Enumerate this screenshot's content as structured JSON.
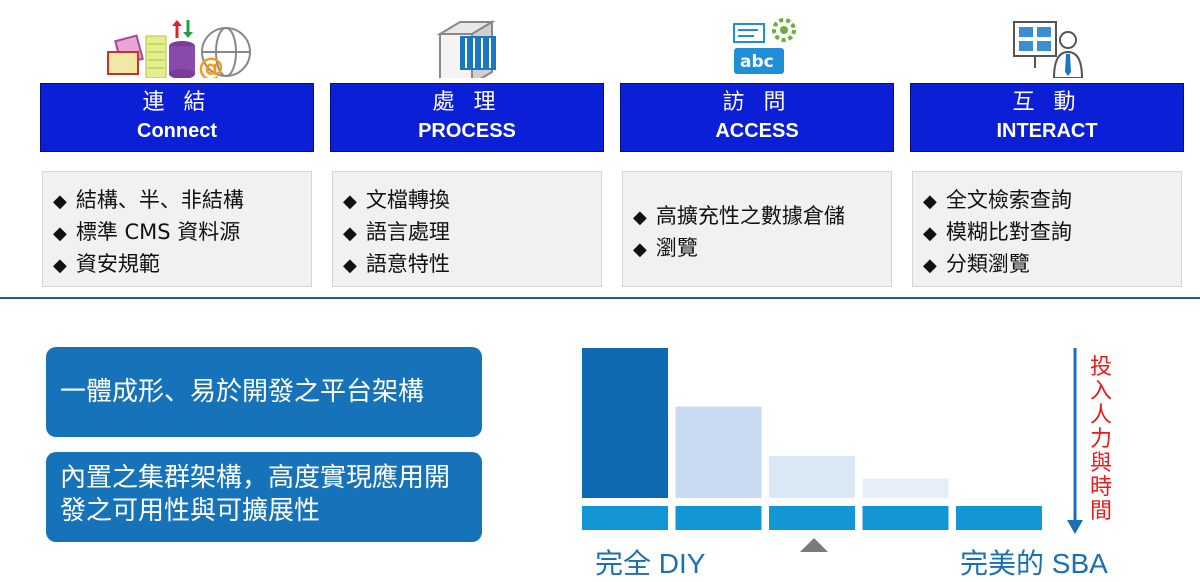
{
  "columns": [
    {
      "zh": "連 結",
      "en": "Connect",
      "items": [
        "結構、半、非結構",
        "標準 CMS 資料源",
        "資安規範"
      ],
      "icon": "data-sources-icon"
    },
    {
      "zh": "處 理",
      "en": "PROCESS",
      "items": [
        "文檔轉換",
        "語言處理",
        "語意特性"
      ],
      "icon": "server-icon"
    },
    {
      "zh": "訪 問",
      "en": "ACCESS",
      "items": [
        "高擴充性之數據倉儲",
        "瀏覽"
      ],
      "icon": "abc-gear-icon"
    },
    {
      "zh": "互 動",
      "en": "INTERACT",
      "items": [
        "全文檢索查詢",
        "模糊比對查詢",
        "分類瀏覽"
      ],
      "icon": "presenter-icon"
    }
  ],
  "features": [
    "一體成形、易於開發之平台架構",
    "內置之集群架構，高度實現應用開發之可用性與可擴展性"
  ],
  "chart_data": {
    "type": "bar",
    "values": [
      100,
      61,
      28,
      13,
      0
    ],
    "colors": [
      "#0e6ab0",
      "#c9dbf0",
      "#dbe8f6",
      "#e6eff9",
      "#ffffff"
    ],
    "left_label": "完全 DIY",
    "right_label": "完美的 SBA",
    "axis_label": "投入人力與時間"
  }
}
